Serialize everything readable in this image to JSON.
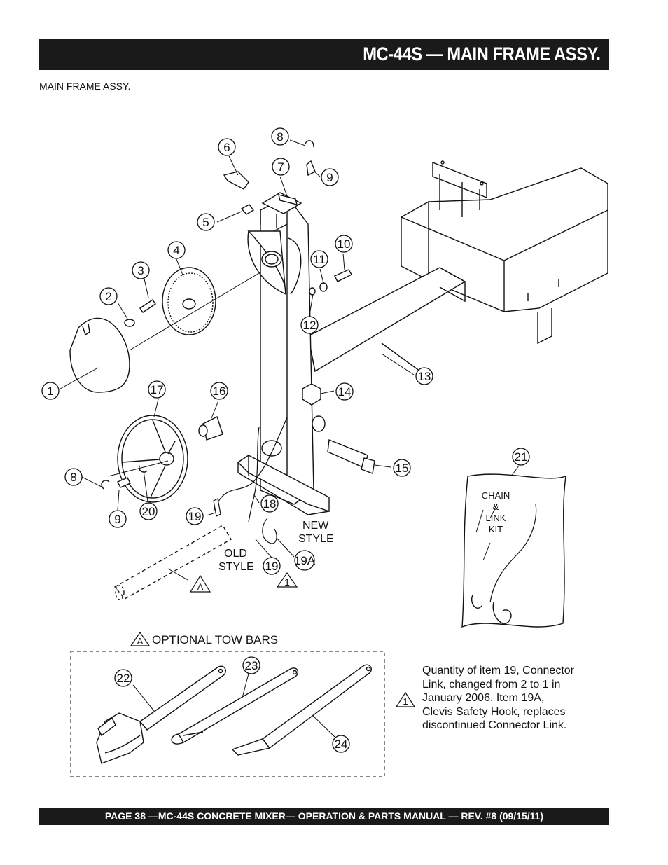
{
  "header": {
    "title": "MC-44S — MAIN FRAME  ASSY."
  },
  "subtitle": "MAIN FRAME ASSY.",
  "footer": {
    "text": "PAGE 38 —MC-44S CONCRETE MIXER— OPERATION & PARTS MANUAL — REV. #8 (09/15/11)"
  },
  "callouts": {
    "c1": "1",
    "c2": "2",
    "c3": "3",
    "c4": "4",
    "c5": "5",
    "c6": "6",
    "c7": "7",
    "c8a": "8",
    "c8b": "8",
    "c9a": "9",
    "c9b": "9",
    "c10": "10",
    "c11": "11",
    "c12": "12",
    "c13": "13",
    "c14": "14",
    "c15": "15",
    "c16": "16",
    "c17": "17",
    "c18": "18",
    "c19a": "19",
    "c19b": "19",
    "c19A": "19A",
    "c20": "20",
    "c21": "21",
    "c22": "22",
    "c23": "23",
    "c24": "24"
  },
  "labels": {
    "new_style_1": "NEW",
    "new_style_2": "STYLE",
    "old_style_1": "OLD",
    "old_style_2": "STYLE",
    "chain_kit_1": "CHAIN",
    "chain_kit_2": "&",
    "chain_kit_3": "LINK",
    "chain_kit_4": "KIT",
    "tri_a_main": "A",
    "tri_1_main": "1",
    "tri_a_tow": "A",
    "tri_1_note": "1",
    "optional_tow_bars": "OPTIONAL TOW BARS"
  },
  "note": {
    "lines": [
      "Quantity of item 19, Connector",
      "Link, changed from 2 to 1 in",
      "January 2006. Item 19A,",
      "Clevis Safety Hook, replaces",
      "discontinued Connector Link."
    ]
  }
}
